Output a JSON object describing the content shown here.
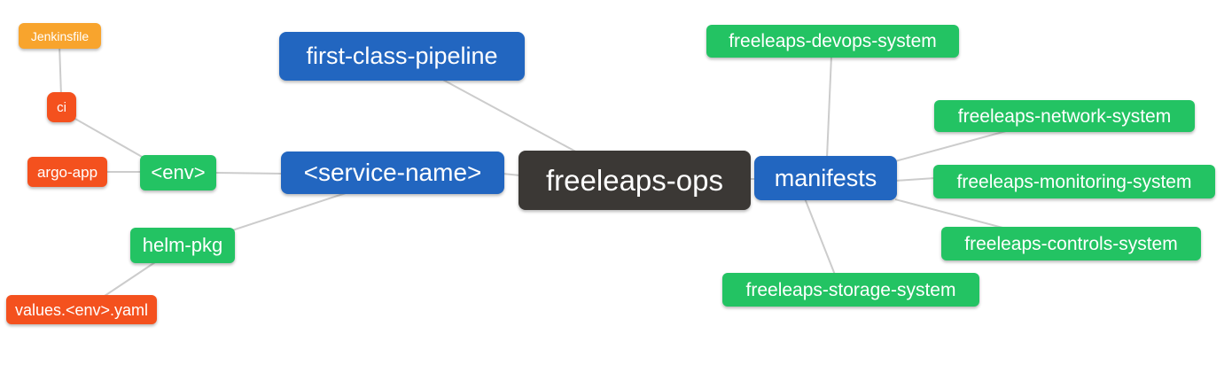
{
  "diagram": {
    "type": "mindmap",
    "root_label": "freeleaps-ops",
    "colors": {
      "blue": "#2266c0",
      "green": "#23c363",
      "red": "#f4511e",
      "orange": "#f8a42d",
      "dark": "#3b3835",
      "edge": "#cccccc",
      "node_text": "#ffffff",
      "background": "#ffffff"
    },
    "nodes": {
      "jenkinsfile": {
        "label": "Jenkinsfile",
        "color": "orange"
      },
      "ci": {
        "label": "ci",
        "color": "red"
      },
      "argo_app": {
        "label": "argo-app",
        "color": "red"
      },
      "env": {
        "label": "<env>",
        "color": "green"
      },
      "helm_pkg": {
        "label": "helm-pkg",
        "color": "green"
      },
      "values_env_yaml": {
        "label": "values.<env>.yaml",
        "color": "red"
      },
      "first_class_pipeline": {
        "label": "first-class-pipeline",
        "color": "blue"
      },
      "service_name": {
        "label": "<service-name>",
        "color": "blue"
      },
      "freeleaps_ops": {
        "label": "freeleaps-ops",
        "color": "dark"
      },
      "manifests": {
        "label": "manifests",
        "color": "blue"
      },
      "freeleaps_devops_system": {
        "label": "freeleaps-devops-system",
        "color": "green"
      },
      "freeleaps_network_system": {
        "label": "freeleaps-network-system",
        "color": "green"
      },
      "freeleaps_monitoring_system": {
        "label": "freeleaps-monitoring-system",
        "color": "green"
      },
      "freeleaps_controls_system": {
        "label": "freeleaps-controls-system",
        "color": "green"
      },
      "freeleaps_storage_system": {
        "label": "freeleaps-storage-system",
        "color": "green"
      }
    },
    "edges": [
      {
        "from": "jenkinsfile",
        "to": "ci"
      },
      {
        "from": "ci",
        "to": "env"
      },
      {
        "from": "argo_app",
        "to": "env"
      },
      {
        "from": "env",
        "to": "service_name"
      },
      {
        "from": "helm_pkg",
        "to": "service_name"
      },
      {
        "from": "values_env_yaml",
        "to": "helm_pkg"
      },
      {
        "from": "first_class_pipeline",
        "to": "freeleaps_ops"
      },
      {
        "from": "service_name",
        "to": "freeleaps_ops"
      },
      {
        "from": "freeleaps_ops",
        "to": "manifests"
      },
      {
        "from": "freeleaps_devops_system",
        "to": "manifests"
      },
      {
        "from": "manifests",
        "to": "freeleaps_network_system"
      },
      {
        "from": "manifests",
        "to": "freeleaps_monitoring_system"
      },
      {
        "from": "manifests",
        "to": "freeleaps_controls_system"
      },
      {
        "from": "manifests",
        "to": "freeleaps_storage_system"
      }
    ]
  }
}
